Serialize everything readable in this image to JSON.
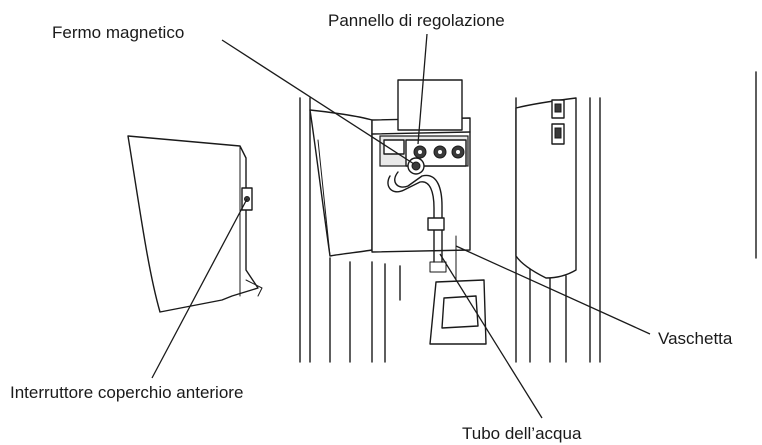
{
  "labels": {
    "control_panel": "Pannello di regolazione",
    "magnetic_latch": "Fermo magnetico",
    "front_cover_switch": "Interruttore coperchio anteriore",
    "tray": "Vaschetta",
    "water_tube": "Tubo dell’acqua"
  },
  "colors": {
    "line": "#1a1a1a",
    "background": "#ffffff"
  }
}
